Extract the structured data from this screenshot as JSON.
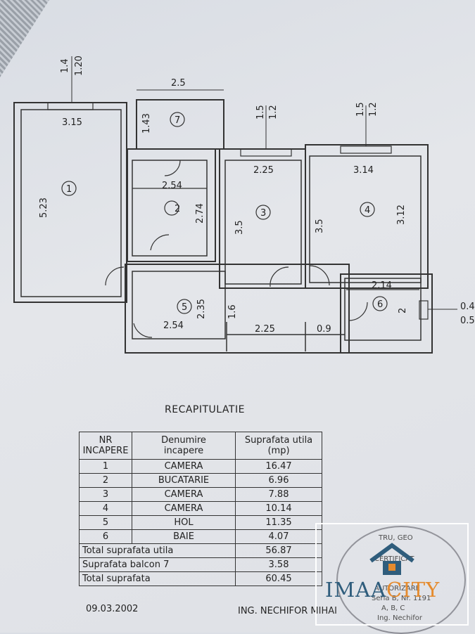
{
  "plan": {
    "dims": {
      "top_w14": "1.4",
      "top_w120": "1.20",
      "d_2_5": "2.5",
      "d_1_43": "1.43",
      "d_1_5a": "1.5",
      "d_1_2a": "1.2",
      "d_1_5b": "1.5",
      "d_1_2b": "1.2",
      "d_3_15": "3.15",
      "d_2_25a": "2.25",
      "d_3_14": "3.14",
      "d_5_23": "5.23",
      "d_2_54a": "2.54",
      "d_2_74": "2.74",
      "d_3_5a": "3.5",
      "d_3_5b": "3.5",
      "d_3_12": "3.12",
      "d_2_14": "2.14",
      "d_2_35": "2.35",
      "d_1_6": "1.6",
      "d_2_54b": "2.54",
      "d_2_25b": "2.25",
      "d_0_9": "0.9",
      "d_2": "2",
      "d_0_4": "0.4",
      "d_0_5": "0.5"
    },
    "rooms": [
      "1",
      "2",
      "3",
      "4",
      "5",
      "6",
      "7"
    ]
  },
  "recap": {
    "title": "RECAPITULATIE",
    "headers": [
      "NR\nINCAPERE",
      "Denumire\nincapere",
      "Suprafata utila\n(mp)"
    ],
    "rows": [
      {
        "nr": "1",
        "name": "CAMERA",
        "area": "16.47"
      },
      {
        "nr": "2",
        "name": "BUCATARIE",
        "area": "6.96"
      },
      {
        "nr": "3",
        "name": "CAMERA",
        "area": "7.88"
      },
      {
        "nr": "4",
        "name": "CAMERA",
        "area": "10.14"
      },
      {
        "nr": "5",
        "name": "HOL",
        "area": "11.35"
      },
      {
        "nr": "6",
        "name": "BAIE",
        "area": "4.07"
      }
    ],
    "totals": [
      {
        "label": "Total suprafata utila",
        "value": "56.87"
      },
      {
        "label": "Suprafata balcon 7",
        "value": "3.58"
      },
      {
        "label": "Total suprafata",
        "value": "60.45"
      }
    ]
  },
  "footer": {
    "date": "09.03.2002",
    "engineer": "ING. NECHIFOR MIHAI"
  },
  "stamp": {
    "arc": "TRU, GEO",
    "line1": "CERTIFICAT",
    "line2": "AUTORIZARE",
    "line3": "Seria B, Nr. 1191",
    "line4": "A, B, C",
    "line5": "Ing. Nechifor"
  },
  "logo": {
    "text_main": "IMAA",
    "text_accent": "CITY",
    "brand_color": "#2f5d7c",
    "accent_color": "#e58b2e"
  }
}
